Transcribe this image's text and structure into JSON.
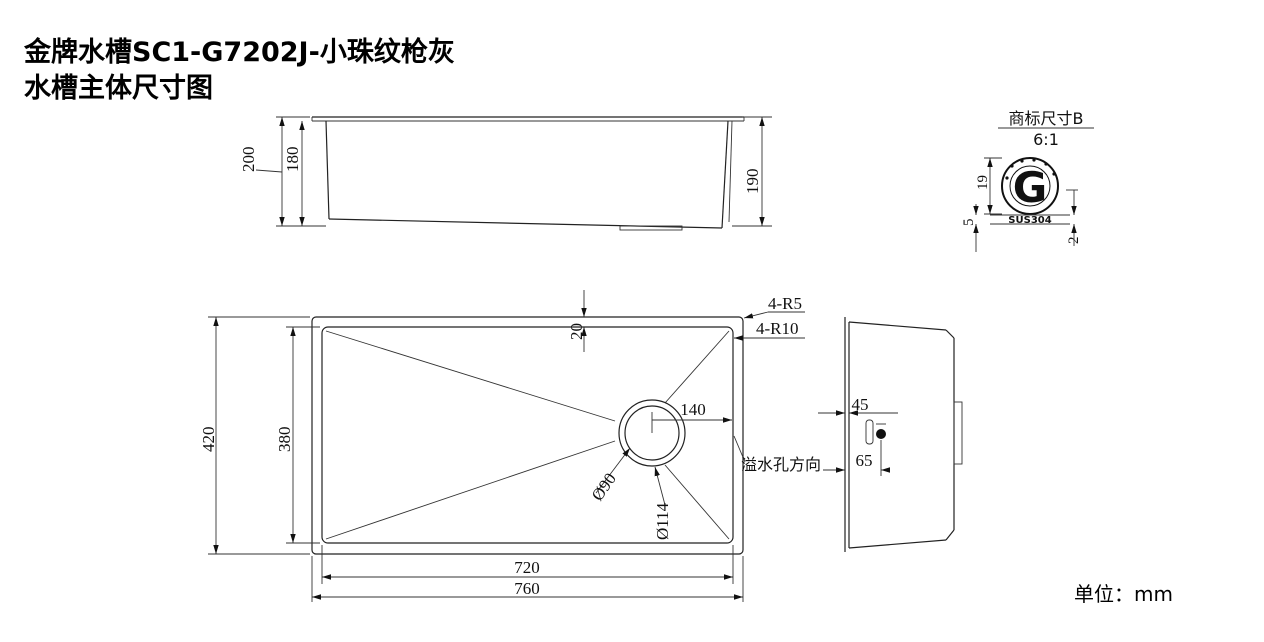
{
  "header": {
    "title_line1": "金牌水槽SC1-G7202J-小珠纹枪灰",
    "title_line2": "水槽主体尺寸图"
  },
  "footer": {
    "unit_label": "单位：mm"
  },
  "side_view": {
    "dim_200": "200",
    "dim_180": "180",
    "dim_190": "190"
  },
  "logo_detail": {
    "label": "商标尺寸B",
    "scale": "6:1",
    "logo_letter": "G",
    "material_text": "SUS304",
    "dim_19": "19",
    "dim_5": "5",
    "dim_2": "2"
  },
  "top_view": {
    "dim_20": "20",
    "dim_4r5": "4-R5",
    "dim_4r10": "4-R10",
    "dim_140": "140",
    "dim_d90": "Ø90",
    "dim_d114": "Ø114",
    "overflow_label": "溢水孔方向",
    "dim_420": "420",
    "dim_380": "380",
    "dim_720": "720",
    "dim_760": "760"
  },
  "end_view": {
    "dim_45": "45",
    "dim_65": "65"
  }
}
